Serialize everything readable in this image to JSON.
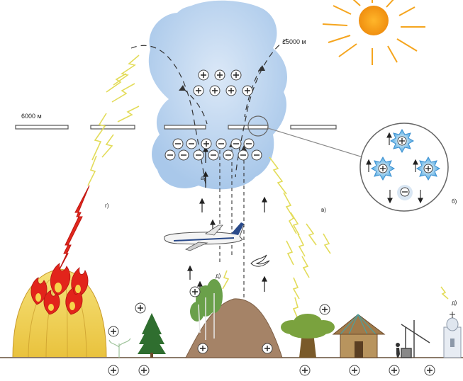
{
  "labels": {
    "altitude_high": "15000 м",
    "altitude_low": "6000 м",
    "a": "а)",
    "b": "б)",
    "v": "в)",
    "g": "г)",
    "d1": "д)",
    "d2": "д)"
  },
  "symbols": {
    "plus": "+",
    "minus": "−"
  },
  "colors": {
    "cloud": "#b9d3ee",
    "sun": "#f5a51e",
    "fire": "#d8201e",
    "haystack": "#f1cf4e",
    "lightning": "#e8e36a",
    "ground": "#8b7a6a",
    "hill": "#a58367",
    "tree": "#2f6e2f"
  }
}
